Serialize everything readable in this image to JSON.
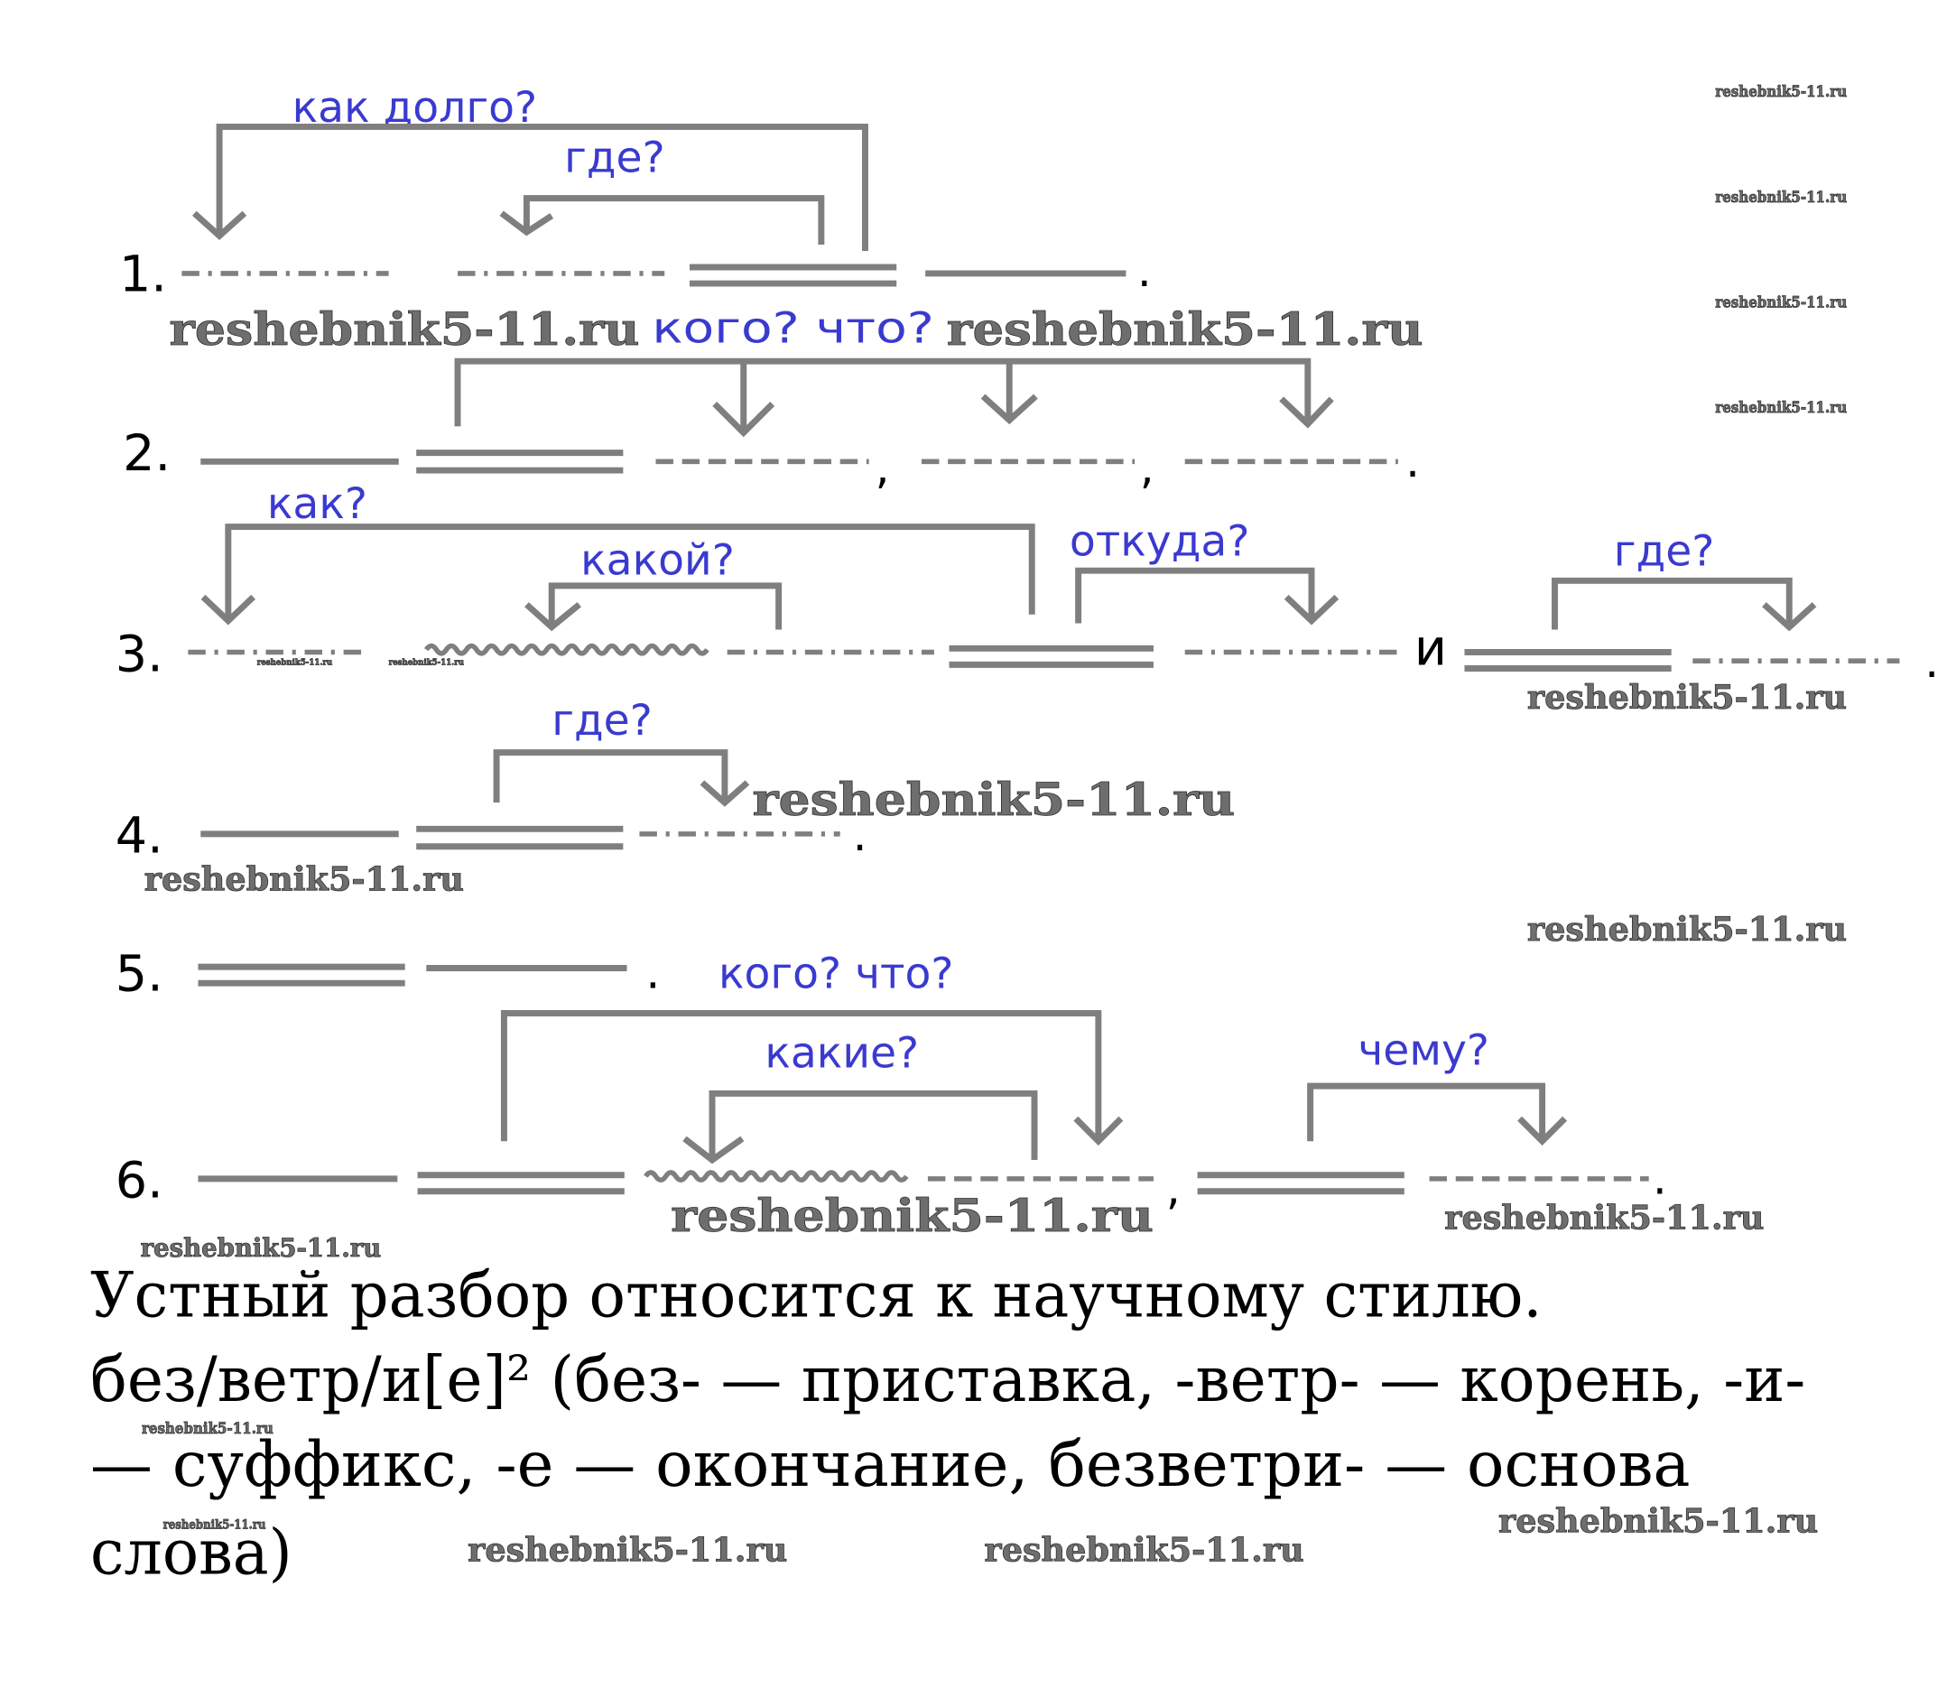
{
  "watermark": "reshebnik5-11.ru",
  "colors": {
    "question": "#3a3ad0",
    "scheme_line": "#7f7f7f",
    "text": "#000000"
  },
  "schemes": [
    {
      "number": "1.",
      "questions": [
        "как долго?",
        "где?"
      ],
      "end": "."
    },
    {
      "number": "2.",
      "questions": [
        "кого? что?"
      ],
      "commas": [
        ",",
        ","
      ],
      "end": "."
    },
    {
      "number": "3.",
      "questions": [
        "как?",
        "какой?",
        "откуда?",
        "где?"
      ],
      "conjunction": "и",
      "end": "."
    },
    {
      "number": "4.",
      "questions": [
        "где?"
      ],
      "end": "."
    },
    {
      "number": "5.",
      "questions": [],
      "end": "."
    },
    {
      "number": "6.",
      "questions": [
        "кого? что?",
        "какие?",
        "чему?"
      ],
      "commas": [
        ","
      ],
      "end": "."
    }
  ],
  "paragraph": {
    "lines": [
      "Устный разбор относится к научному стилю.",
      "без/ветр/и[е]² (без- — приставка, -ветр- — корень, -и-",
      "— суффикс, -е — окончание, безветри- — основа",
      "слова)"
    ]
  }
}
